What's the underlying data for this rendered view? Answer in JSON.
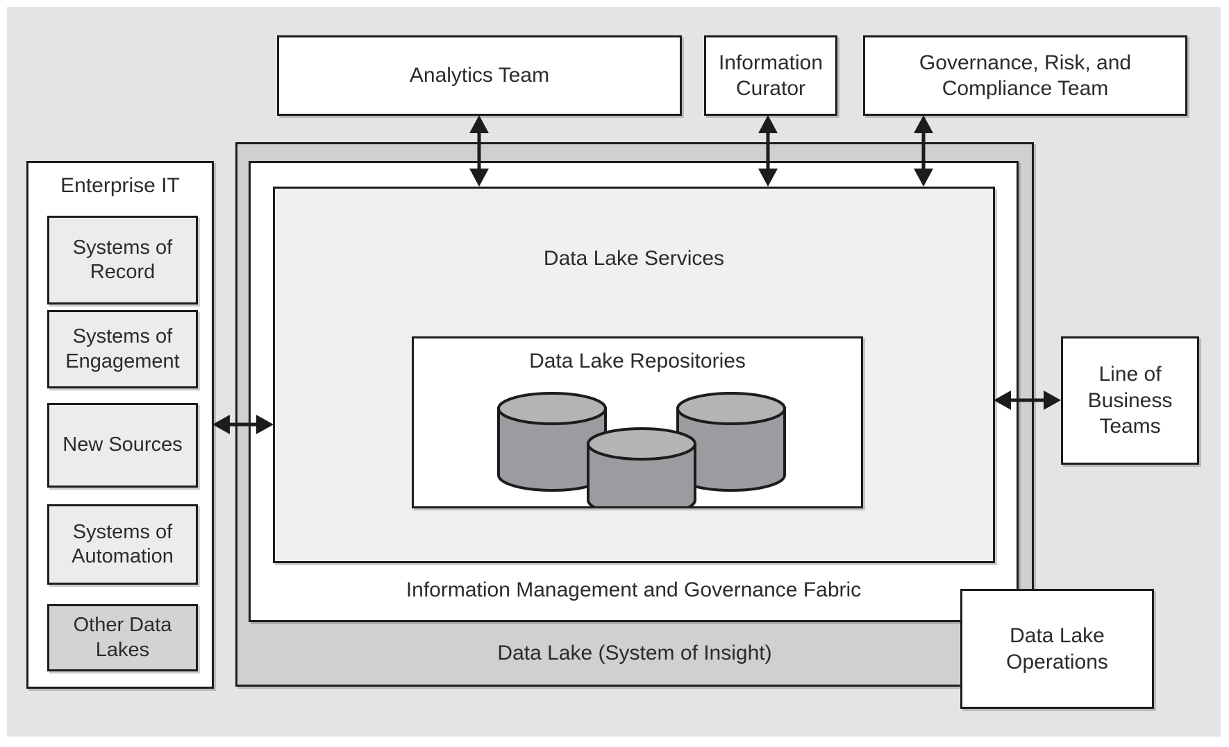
{
  "colors": {
    "background": "#e3e4e6",
    "outer_fill": "#cfd0d2",
    "services_fill": "#f0f0f1",
    "subbox_fill": "#ececed",
    "darkbox_fill": "#d2d3d5",
    "border": "#1c1c1c",
    "text": "#2b2b2b",
    "cylinder_top": "#b3b4b6",
    "cylinder_body": "#9b9c9f"
  },
  "teams": {
    "analytics": {
      "label": "Analytics Team"
    },
    "information_curator": {
      "lines": [
        "Information",
        "Curator"
      ]
    },
    "grc": {
      "lines": [
        "Governance, Risk, and",
        "Compliance Team"
      ]
    },
    "line_of_business": {
      "lines": [
        "Line of",
        "Business",
        "Teams"
      ]
    },
    "operations": {
      "lines": [
        "Data Lake",
        "Operations"
      ]
    }
  },
  "enterprise_it": {
    "title": "Enterprise IT",
    "systems": [
      {
        "lines": [
          "Systems of",
          "Record"
        ]
      },
      {
        "lines": [
          "Systems of",
          "Engagement"
        ]
      },
      {
        "lines": [
          "New Sources"
        ]
      },
      {
        "lines": [
          "Systems of",
          "Automation"
        ]
      },
      {
        "lines": [
          "Other Data",
          "Lakes"
        ]
      }
    ]
  },
  "data_lake": {
    "outer_label": "Data Lake (System of Insight)",
    "fabric_label": "Information Management and Governance Fabric",
    "services_label": "Data Lake Services",
    "repositories_label": "Data Lake Repositories",
    "repositories_icon": "database-cylinders"
  }
}
